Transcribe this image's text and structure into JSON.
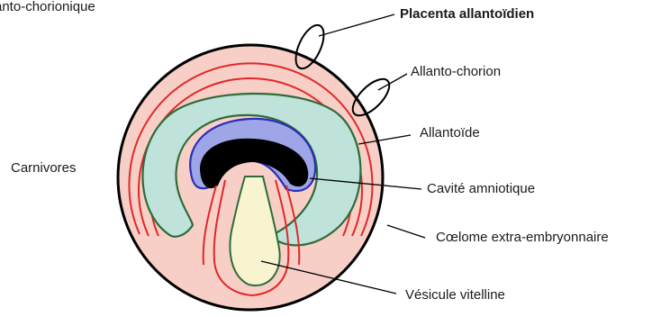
{
  "labels": {
    "top_left_fragment": "anto-chorionique",
    "placenta": "Placenta allantoïdien",
    "allanto_chorion": "Allanto-chorion",
    "allantoide": "Allantoïde",
    "carnivores": "Carnivores",
    "cavite_amniotique": "Cavité amniotique",
    "coelome": "Cœlome extra-embryonnaire",
    "vesicule": "Vésicule vitelline"
  },
  "colors": {
    "outer_ring": "#000000",
    "membrane_red": "#e0282a",
    "coelom_fill": "#f8cfc6",
    "allantois_fill": "#bfe3da",
    "allantois_line": "#2f6b3a",
    "amnion_fill": "#9ea6e8",
    "amnion_line": "#2a2fb8",
    "embryo_fill": "#000000",
    "yolk_fill": "#f7f4cf"
  }
}
